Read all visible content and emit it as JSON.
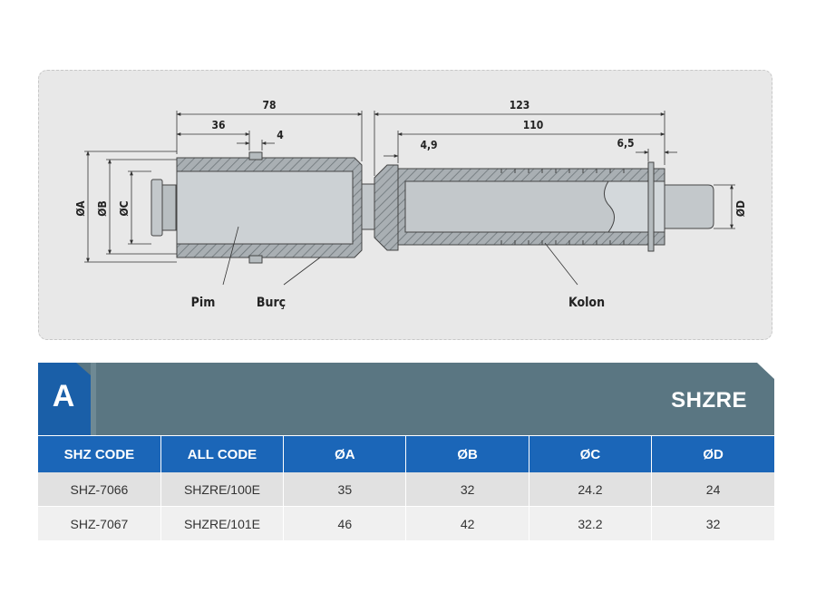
{
  "drawing": {
    "dimensions": {
      "d78": "78",
      "d36": "36",
      "d4": "4",
      "d123": "123",
      "d110": "110",
      "d4_9": "4,9",
      "d6_5": "6,5"
    },
    "diameter_labels": {
      "a": "ØA",
      "b": "ØB",
      "c": "ØC",
      "d": "ØD"
    },
    "part_labels": {
      "pim": "Pim",
      "burc": "Burç",
      "kolon": "Kolon"
    }
  },
  "banner": {
    "letter": "A",
    "title": "SHZRE"
  },
  "table": {
    "headers": [
      "SHZ CODE",
      "ALL CODE",
      "ØA",
      "ØB",
      "ØC",
      "ØD"
    ],
    "rows": [
      [
        "SHZ-7066",
        "SHZRE/100E",
        "35",
        "32",
        "24.2",
        "24"
      ],
      [
        "SHZ-7067",
        "SHZRE/101E",
        "46",
        "42",
        "32.2",
        "32"
      ]
    ]
  },
  "colors": {
    "header_blue": "#1b66b8",
    "banner_slate": "#5a7682",
    "letter_blue": "#1a5fa8",
    "part_gray": "#aeb4b8",
    "hatch_gray": "#6c7478"
  }
}
